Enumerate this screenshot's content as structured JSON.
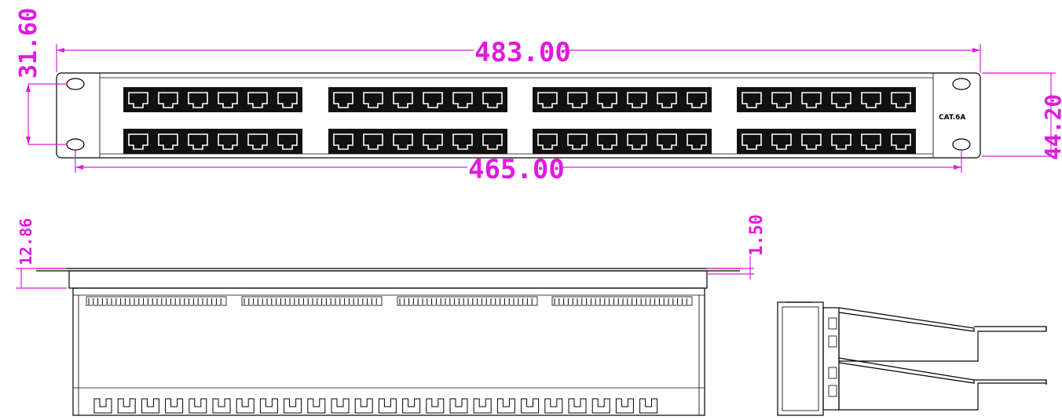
{
  "dimensions": {
    "overall_width": "483.00",
    "hole_spacing": "465.00",
    "hole_vertical": "31.60",
    "panel_height": "44.20",
    "depth": "12.86",
    "flange_thickness": "1.50"
  },
  "panel": {
    "label": "CAT.6A",
    "port_groups": 4,
    "ports_per_group": 6,
    "rows": 2
  },
  "rear_view": {
    "punchdown_blocks": 4,
    "cable_slots": 24
  },
  "colors": {
    "dimension": "#e019e0",
    "outline": "#000000"
  }
}
